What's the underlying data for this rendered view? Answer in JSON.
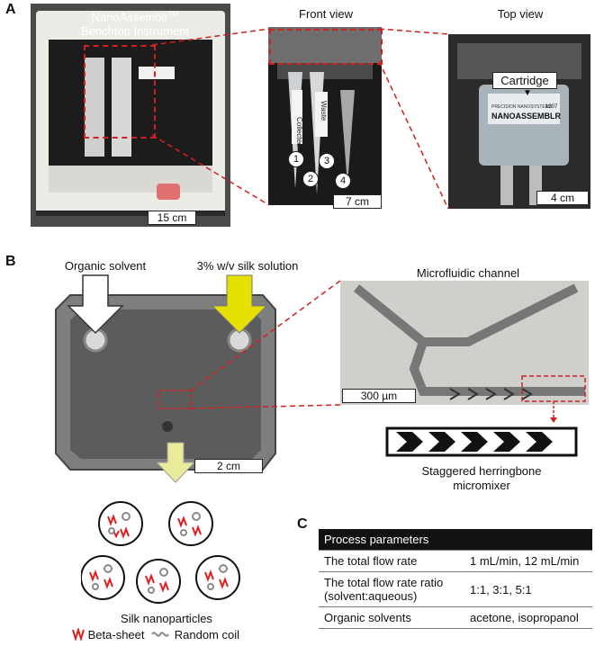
{
  "panel_a": {
    "letter": "A",
    "instrument_label_line1": "NanoAssemblr",
    "instrument_tm": "TM",
    "instrument_label_line2": "Benchtop Instrument",
    "front_view_title": "Front view",
    "top_view_title": "Top view",
    "scale_instrument": "15 cm",
    "scale_front": "7 cm",
    "scale_top": "4 cm",
    "tube_numbers": [
      "1",
      "2",
      "3",
      "4"
    ],
    "tube_label_collected": "Collected",
    "tube_label_waste": "Waste",
    "cartridge_label": "Cartridge",
    "cartridge_brand_small": "PRECISION NANOSYSTEMS",
    "cartridge_brand": "NANOASSEMBLR",
    "cartridge_code": "1207"
  },
  "panel_b": {
    "letter": "B",
    "organic_solvent": "Organic solvent",
    "silk_solution": "3% w/v silk solution",
    "scale_cartridge": "2 cm",
    "microfluidic_title": "Microfluidic channel",
    "scale_micro": "300 µm",
    "mixer_line1": "Staggered herringbone",
    "mixer_line2": "micromixer",
    "particles_title": "Silk nanoparticles",
    "legend_beta": "Beta-sheet",
    "legend_random": "Random coil"
  },
  "panel_c": {
    "letter": "C",
    "header": "Process parameters",
    "rows": [
      {
        "param_line1": "The total flow rate",
        "param_line2": "",
        "value": "1 mL/min, 12 mL/min"
      },
      {
        "param_line1": "The total flow rate ratio",
        "param_line2": "(solvent:aqueous)",
        "value": "1:1, 3:1, 5:1"
      },
      {
        "param_line1": "Organic solvents",
        "param_line2": "",
        "value": "acetone, isopropanol"
      }
    ]
  },
  "colors": {
    "dashed_callout": "#d22020",
    "silk_arrow": "#e6e000",
    "solvent_arrow": "#ffffff",
    "product_arrow": "#e8ec9a",
    "beta_sheet": "#e02020",
    "random_coil": "#8a8a8a"
  }
}
